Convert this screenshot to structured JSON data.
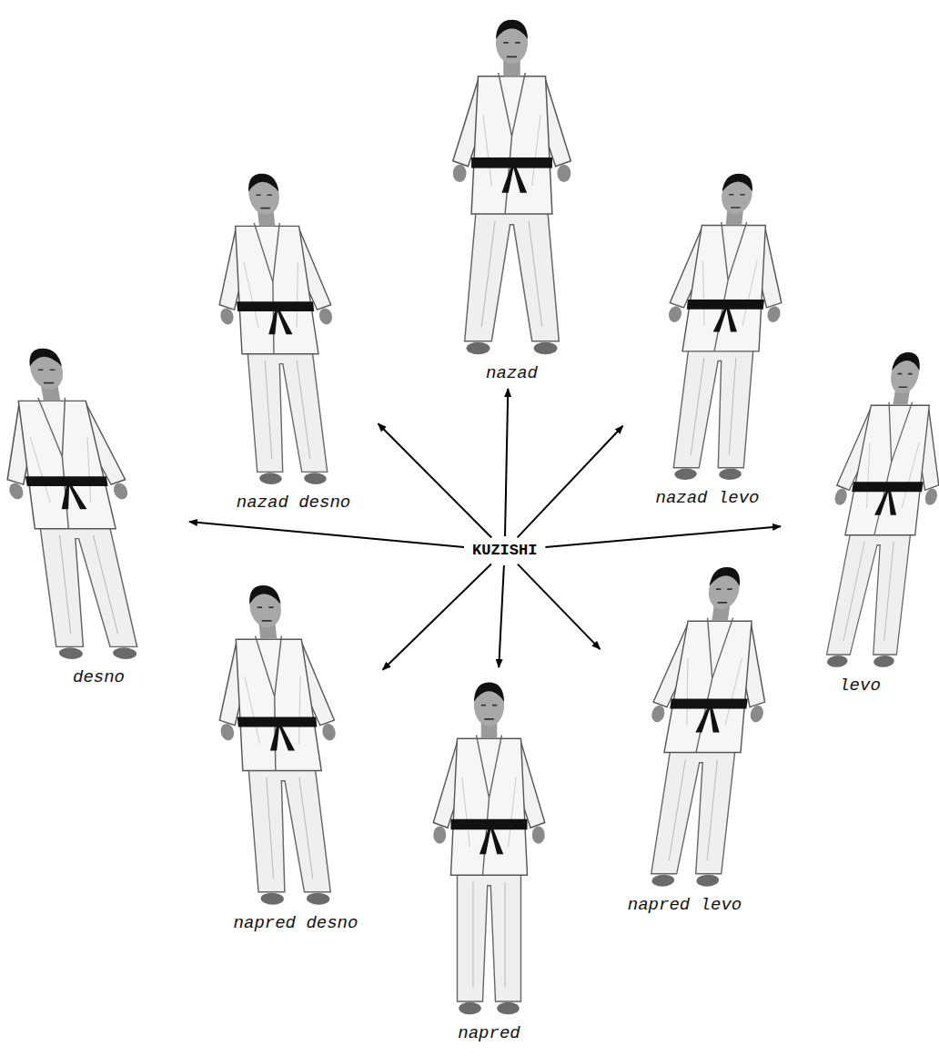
{
  "diagram": {
    "nodes": [
      {
        "text": [
          "KUZISHI"
        ]
      },
      {
        "text": [
          "nazad"
        ]
      },
      {
        "text": [
          "nazad desno"
        ]
      },
      {
        "text": [
          "nazad levo"
        ]
      },
      {
        "text": [
          "desno"
        ]
      },
      {
        "text": [
          "levo"
        ]
      },
      {
        "text": [
          "napred desno"
        ]
      },
      {
        "text": [
          "napred levo"
        ]
      },
      {
        "text": [
          "napred"
        ]
      }
    ],
    "edges": [
      {
        "from": 0,
        "to": 1,
        "arrow": "to"
      },
      {
        "from": 0,
        "to": 2,
        "arrow": "to"
      },
      {
        "from": 0,
        "to": 3,
        "arrow": "to"
      },
      {
        "from": 0,
        "to": 4,
        "arrow": "to"
      },
      {
        "from": 0,
        "to": 5,
        "arrow": "to"
      },
      {
        "from": 0,
        "to": 6,
        "arrow": "to"
      },
      {
        "from": 0,
        "to": 7,
        "arrow": "to"
      },
      {
        "from": 0,
        "to": 8,
        "arrow": "to"
      }
    ]
  }
}
